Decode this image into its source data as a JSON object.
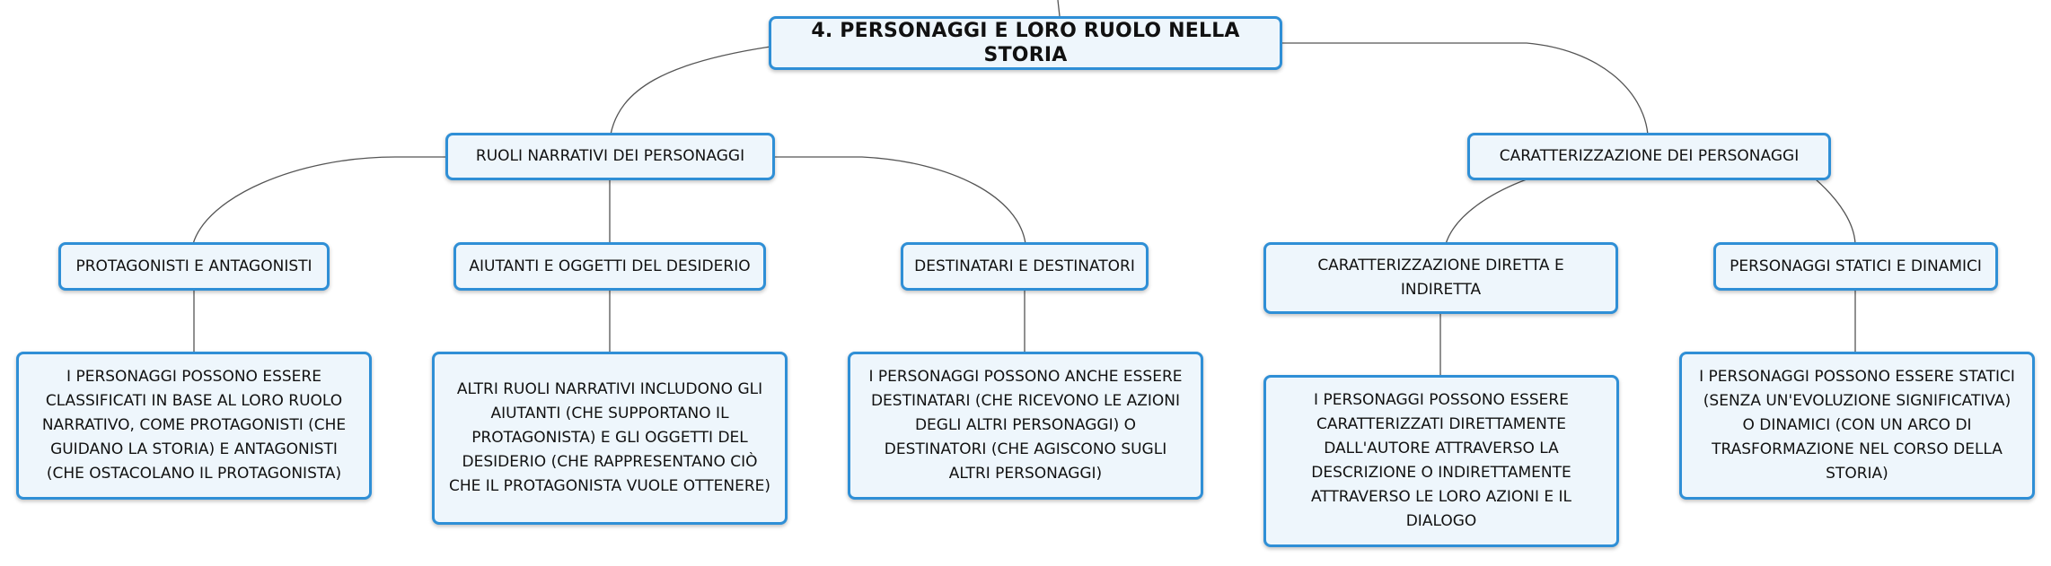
{
  "colors": {
    "accent": "#2f8fd6",
    "node_fill": "#eef6fc",
    "line": "#555555"
  },
  "root": {
    "label": "4. PERSONAGGI E LORO RUOLO NELLA STORIA"
  },
  "branches": {
    "ruoli": {
      "label": "RUOLI NARRATIVI DEI PERSONAGGI",
      "protagonisti": {
        "label": "PROTAGONISTI E ANTAGONISTI",
        "text": "I PERSONAGGI POSSONO ESSERE CLASSIFICATI IN BASE AL LORO RUOLO NARRATIVO, COME PROTAGONISTI (CHE GUIDANO LA STORIA) E ANTAGONISTI (CHE OSTACOLANO IL PROTAGONISTA)"
      },
      "aiutanti": {
        "label": "AIUTANTI E OGGETTI DEL DESIDERIO",
        "text": "ALTRI RUOLI NARRATIVI INCLUDONO GLI AIUTANTI (CHE SUPPORTANO IL PROTAGONISTA) E GLI OGGETTI DEL DESIDERIO (CHE RAPPRESENTANO CIÒ CHE IL PROTAGONISTA VUOLE OTTENERE)"
      },
      "destinatari": {
        "label": "DESTINATARI E DESTINATORI",
        "text": "I PERSONAGGI POSSONO ANCHE ESSERE DESTINATARI (CHE RICEVONO LE AZIONI DEGLI ALTRI PERSONAGGI) O DESTINATORI (CHE AGISCONO SUGLI ALTRI PERSONAGGI)"
      }
    },
    "caratterizzazione": {
      "label": "CARATTERIZZAZIONE DEI PERSONAGGI",
      "diretta": {
        "label": "CARATTERIZZAZIONE DIRETTA E INDIRETTA",
        "text": "I PERSONAGGI POSSONO ESSERE CARATTERIZZATI DIRETTAMENTE DALL'AUTORE ATTRAVERSO LA DESCRIZIONE O INDIRETTAMENTE ATTRAVERSO LE LORO AZIONI E IL DIALOGO"
      },
      "statici": {
        "label": "PERSONAGGI STATICI E DINAMICI",
        "text": "I PERSONAGGI POSSONO ESSERE STATICI (SENZA UN'EVOLUZIONE SIGNIFICATIVA) O DINAMICI (CON UN ARCO DI TRASFORMAZIONE NEL CORSO DELLA STORIA)"
      }
    }
  }
}
